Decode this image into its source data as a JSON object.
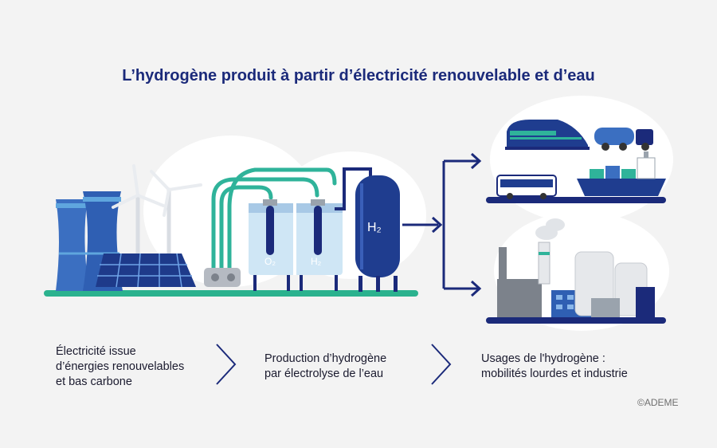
{
  "title": "L’hydrogène produit à partir d’électricité renouvelable et d’eau",
  "steps": [
    {
      "lines": [
        "Électricité issue",
        "d’énergies renouvelables",
        "et bas carbone"
      ]
    },
    {
      "lines": [
        "Production d’hydrogène",
        "par électrolyse de l’eau"
      ]
    },
    {
      "lines": [
        "Usages de l'hydrogène :",
        "mobilités lourdes et industrie"
      ]
    }
  ],
  "labels": {
    "o2": "O₂",
    "h2_small": "H₂",
    "h2_tank": "H₂"
  },
  "copyright": "©ADEME",
  "colors": {
    "navy": "#1b2a7a",
    "pipe_green": "#2fb39a",
    "ground_green": "#2bb28e",
    "water": "#cfe6f5",
    "tank": "#1f3d8f"
  }
}
